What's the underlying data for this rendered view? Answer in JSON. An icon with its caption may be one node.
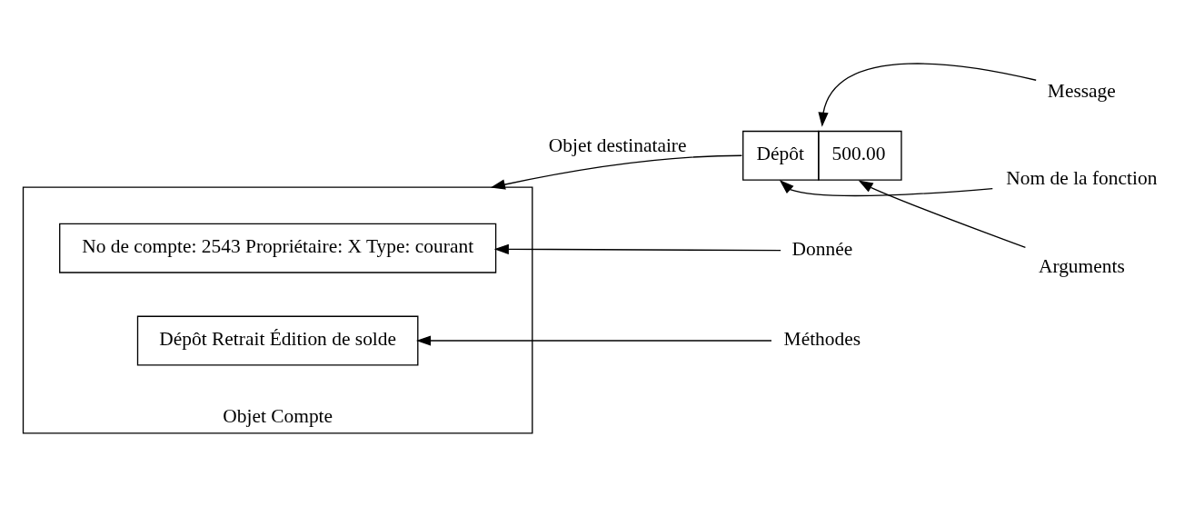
{
  "diagram": {
    "nodes": [
      {
        "text": [
          "Objet Compte"
        ]
      },
      {
        "text": [
          "No de compte: 2543 Propriétaire: X Type: courant"
        ],
        "in": 0
      },
      {
        "text": [
          "Dépôt Retrait Édition de solde"
        ],
        "in": 0
      },
      {
        "text": [
          "Dépôt",
          "500.00"
        ]
      },
      {
        "text": [
          "Donnée"
        ]
      },
      {
        "text": [
          "Méthodes"
        ]
      },
      {
        "text": [
          "Message"
        ]
      },
      {
        "text": [
          "Nom de la fonction"
        ]
      },
      {
        "text": [
          "Arguments"
        ]
      }
    ],
    "edges": [
      {
        "from": 4,
        "to": 1,
        "arrow": "to"
      },
      {
        "from": 5,
        "to": 2,
        "arrow": "to"
      },
      {
        "from": 3,
        "to": 0,
        "arrow": "to",
        "label": "Objet destinataire"
      },
      {
        "from": 6,
        "to": 3,
        "arrow": "to"
      },
      {
        "from": 7,
        "to": 3,
        "arrow": "to"
      },
      {
        "from": 8,
        "to": 3,
        "arrow": "to"
      }
    ]
  }
}
